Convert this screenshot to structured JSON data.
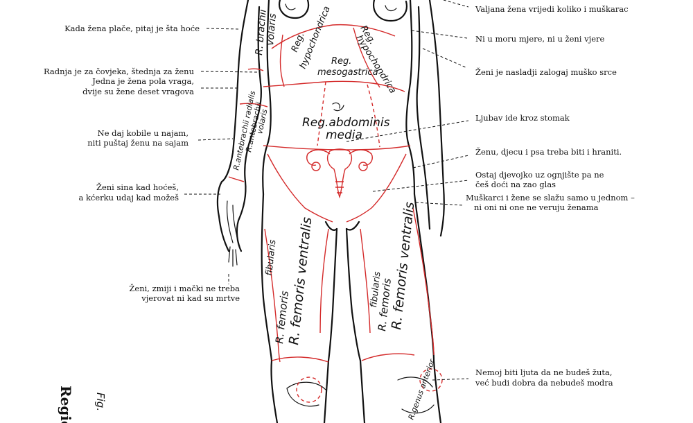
{
  "quotes": [
    "Valjana žena vrijedi koliko i muškarac",
    "Kada žena plače, pitaj je šta hoće",
    "Ni u moru mjere, ni u ženi vjere",
    "Radnja je za čovjeka, štednja za ženu",
    "Ženi je nasladji zalogaj muško srce",
    "Jedna je žena pola vraga,",
    "dvije su žene deset vragova",
    "Ljubav ide kroz stomak",
    "Ne daj kobile u najam,",
    "niti puštaj ženu na sajam",
    "Ženu, djecu i psa treba biti i hraniti.",
    "Ostaj djevojko uz ognjište pa ne",
    "češ doći na zao glas",
    "Ženi sina kad hoćeš,",
    "a kćerku udaj kad možeš",
    "Muškarci i žene se slažu samo u jednom –",
    "ni oni ni one ne veruju ženama",
    "Ženi, zmiji i mački ne treba",
    "vjerovat ni kad su mrtve",
    "Nemoj biti ljuta da ne budeš žuta,",
    "već budi dobra da nebudeš modra"
  ],
  "regions": [
    "R. brachii",
    "volaris",
    "Reg.",
    "hypochondrica",
    "Reg.",
    "hypochondrica",
    "Reg.",
    "mesogastrica",
    "Reg.abdominis",
    "media",
    "R.antebrachii radialis",
    "R.antebrachii",
    "volaris",
    "R. femoris ventralis",
    "fibularis",
    "R. femoris",
    "R. femoris ventralis",
    "fibularis",
    "R. femoris",
    "R.genus anterior"
  ],
  "side_text": {
    "regio": "Regio",
    "fig": "Fig."
  },
  "colors": {
    "outline": "#111111",
    "region_lines": "#d42a2a",
    "background": "#ffffff"
  }
}
